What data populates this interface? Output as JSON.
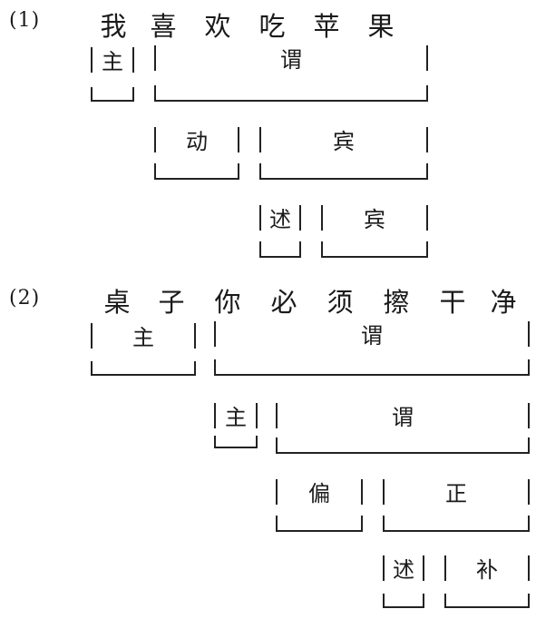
{
  "example1": {
    "number": "(1)",
    "chars": [
      "我",
      "喜",
      "欢",
      "吃",
      "苹",
      "果"
    ],
    "labels": {
      "subject": "主",
      "predicate": "谓",
      "verb": "动",
      "object": "宾",
      "verb2": "述",
      "object2": "宾"
    }
  },
  "example2": {
    "number": "(2)",
    "chars": [
      "桌",
      "子",
      "你",
      "必",
      "须",
      "擦",
      "干",
      "净"
    ],
    "labels": {
      "subject": "主",
      "predicate": "谓",
      "subject2": "主",
      "predicate2": "谓",
      "modifier": "偏",
      "head": "正",
      "verb": "述",
      "complement": "补"
    }
  }
}
